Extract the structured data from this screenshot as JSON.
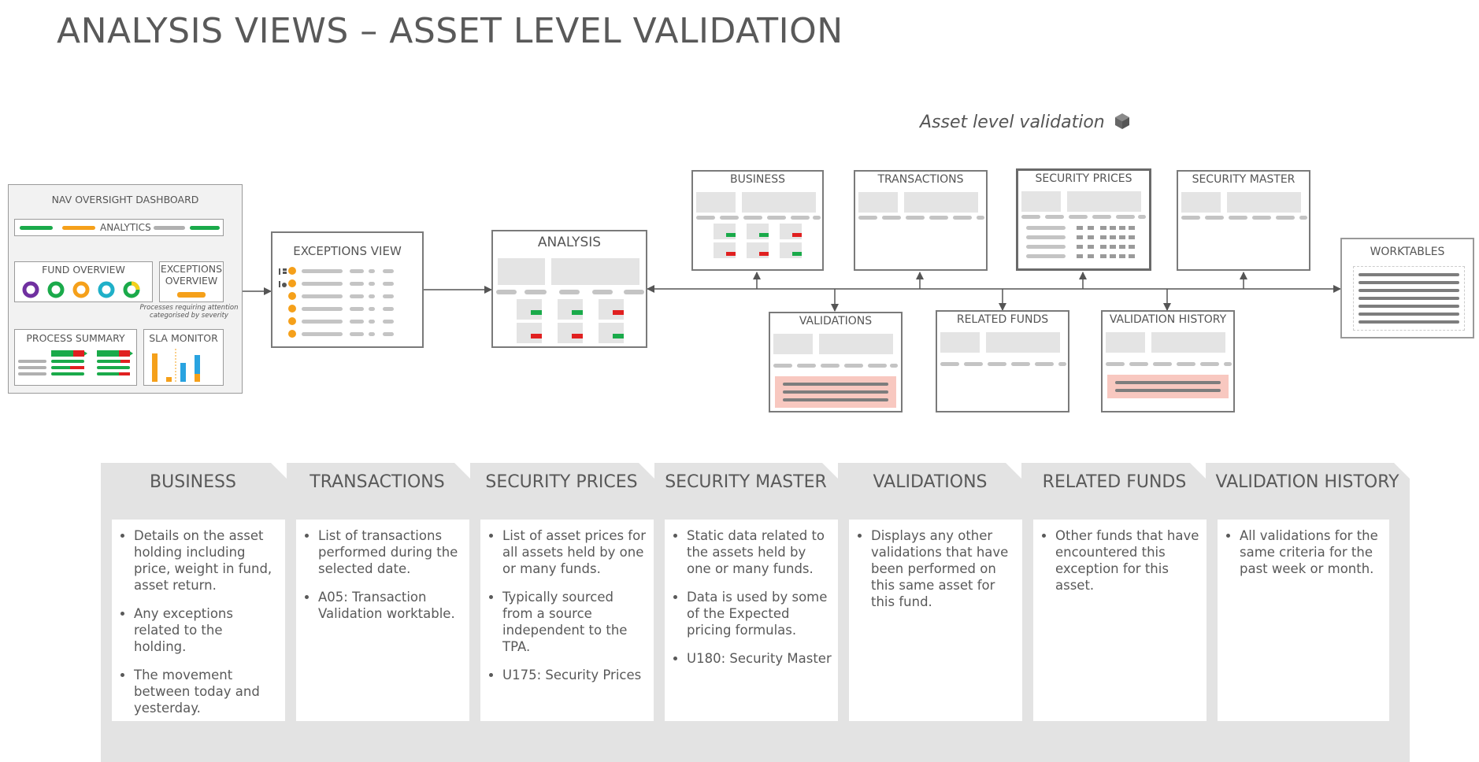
{
  "header": {
    "title": "ANALYSIS VIEWS – ASSET LEVEL VALIDATION",
    "subtitle": "Asset level validation"
  },
  "dashboard": {
    "title": "NAV OVERSIGHT DASHBOARD",
    "analytics": "ANALYTICS",
    "fund_overview": "FUND OVERVIEW",
    "exceptions_overview_1": "EXCEPTIONS",
    "exceptions_overview_2": "OVERVIEW",
    "note_1": "Processes requiring attention",
    "note_2": "categorised by severity",
    "process_summary": "PROCESS SUMMARY",
    "sla_monitor": "SLA MONITOR"
  },
  "views": {
    "exceptions": "EXCEPTIONS VIEW",
    "analysis": "ANALYSIS",
    "business": "BUSINESS",
    "transactions": "TRANSACTIONS",
    "security_prices": "SECURITY PRICES",
    "security_master": "SECURITY MASTER",
    "validations": "VALIDATIONS",
    "related_funds": "RELATED FUNDS",
    "validation_history": "VALIDATION HISTORY",
    "worktables": "WORKTABLES"
  },
  "colors": {
    "green": "#1aaa4a",
    "red": "#e02020",
    "orange": "#f5a01a",
    "purple": "#7030a0",
    "teal": "#1fb0c8",
    "blue": "#29a3e0",
    "pink": "#f8c8c0"
  },
  "cards": [
    {
      "title": "BUSINESS",
      "bullets": [
        "Details on the asset holding including price, weight in fund, asset return.",
        "Any exceptions related to the holding.",
        "The movement between today and yesterday."
      ]
    },
    {
      "title": "TRANSACTIONS",
      "bullets": [
        "List of transactions performed during the selected date.",
        "A05: Transaction Validation worktable."
      ]
    },
    {
      "title": "SECURITY PRICES",
      "bullets": [
        "List of asset prices for all assets held by one or many funds.",
        "Typically sourced from a source independent to the TPA.",
        "U175: Security Prices"
      ]
    },
    {
      "title": "SECURITY MASTER",
      "bullets": [
        "Static data related to the assets held by one or many funds.",
        "Data is used by some of the Expected pricing formulas.",
        "U180: Security Master"
      ]
    },
    {
      "title": "VALIDATIONS",
      "bullets": [
        "Displays any other validations that have been performed on this same asset for this fund."
      ]
    },
    {
      "title": "RELATED FUNDS",
      "bullets": [
        "Other funds that have encountered this exception for this asset."
      ]
    },
    {
      "title": "VALIDATION HISTORY",
      "bullets": [
        "All validations for the same criteria for the past week or month."
      ]
    }
  ]
}
